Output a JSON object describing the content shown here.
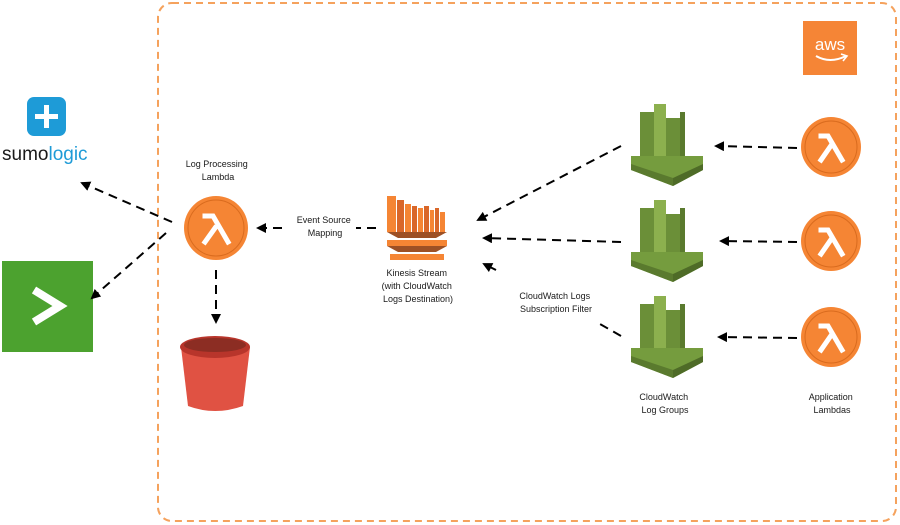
{
  "labels": {
    "log_processing_lambda": [
      "Log Processing",
      "Lambda"
    ],
    "event_source_mapping": [
      "Event Source",
      "Mapping"
    ],
    "kinesis_stream": [
      "Kinesis Stream",
      "(with CloudWatch",
      "Logs Destination)"
    ],
    "subscription_filter": [
      "CloudWatch Logs",
      "Subscription Filter"
    ],
    "cloudwatch_log_groups": [
      "CloudWatch",
      "Log Groups"
    ],
    "application_lambdas": [
      "Application",
      "Lambdas"
    ]
  },
  "logos": {
    "sumologic": {
      "sumo": "sumo",
      "logic": "logic"
    },
    "aws": "aws"
  },
  "icons": {
    "lambda": "lambda-icon",
    "kinesis": "kinesis-stream-icon",
    "cloudwatch": "cloudwatch-logs-icon",
    "s3": "s3-bucket-icon",
    "datadog_prompt": "terminal-prompt-icon"
  },
  "colors": {
    "aws_orange": "#f58536",
    "lambda_orange": "#f58534",
    "cloudwatch_green": "#759c3e",
    "s3_red": "#e05243",
    "sumo_blue": "#1e9bd7",
    "prompt_green": "#4ca22f"
  }
}
